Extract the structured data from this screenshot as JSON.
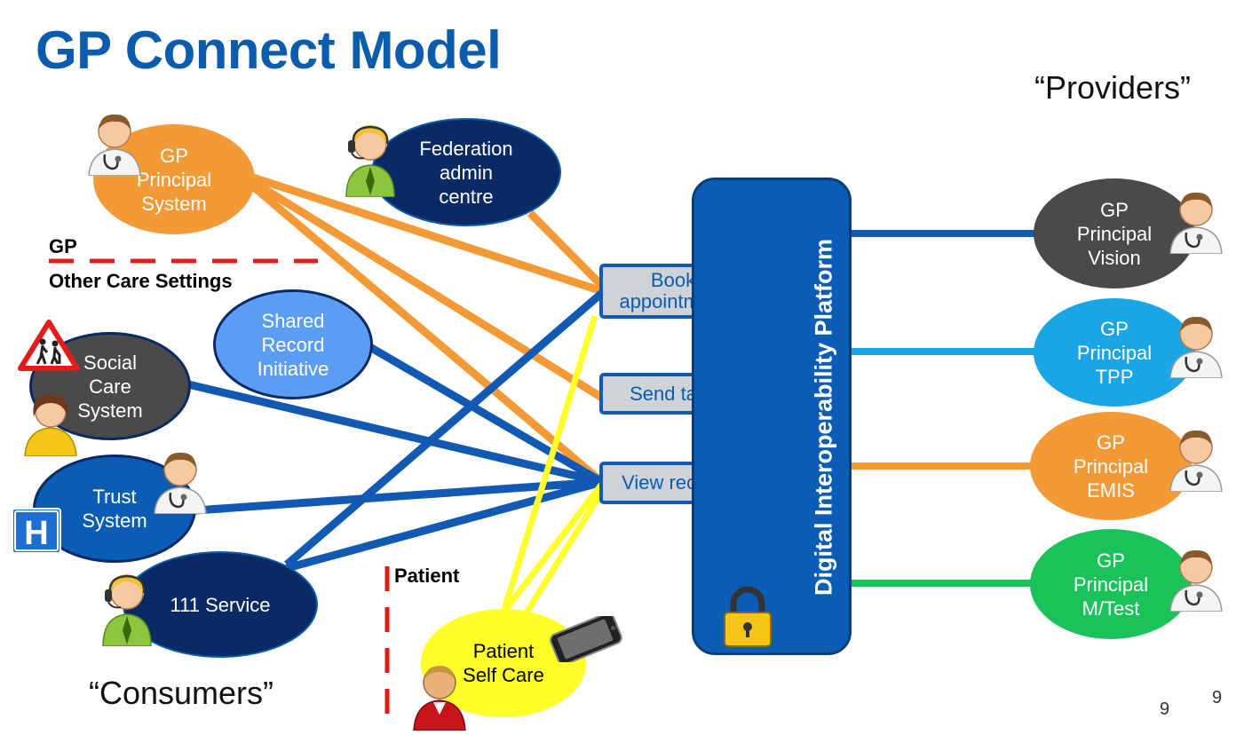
{
  "title": "GP Connect Model",
  "providers_label": "“Providers”",
  "consumers_label": "“Consumers”",
  "gp_label": "GP",
  "other_care_label": "Other Care Settings",
  "patient_label": "Patient",
  "platform_label": "Digital Interoperability Platform",
  "consumers": {
    "gp_principal_system": "GP\nPrincipal\nSystem",
    "federation_admin": "Federation\nadmin\ncentre",
    "shared_record": "Shared\nRecord\nInitiative",
    "social_care": "Social\nCare\nSystem",
    "trust_system": "Trust\nSystem",
    "service_111": "111 Service",
    "patient_self_care": "Patient\nSelf Care"
  },
  "actions": {
    "book": "Book\nappointment",
    "send": "Send task",
    "view": "View record"
  },
  "providers": {
    "vision": "GP\nPrincipal\nVision",
    "tpp": "GP\nPrincipal\nTPP",
    "emis": "GP\nPrincipal\nEMIS",
    "mtest": "GP\nPrincipal\nM/Test"
  },
  "page_numbers": [
    "9",
    "9"
  ],
  "hospital_letter": "H",
  "colors": {
    "title": "#0b5cad",
    "orange": "#f39a36",
    "navy": "#0a2a66",
    "blue": "#1259b3",
    "light_blue": "#1aa6e6",
    "green": "#19c35a",
    "yellow": "#ffff2a",
    "grey_node": "#4a4a4a",
    "red_dash": "#e31b1b"
  },
  "icons": [
    "doctor-icon",
    "call-agent-icon",
    "warning-elderly-icon",
    "hospital-icon",
    "padlock-icon",
    "smartphone-icon",
    "patient-person-icon",
    "social-worker-icon"
  ]
}
